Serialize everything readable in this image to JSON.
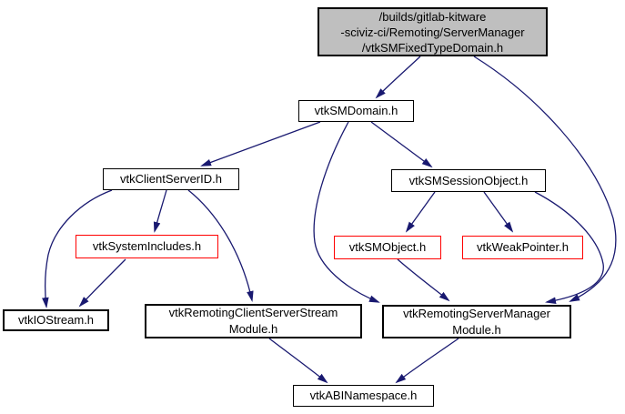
{
  "diagram": {
    "type": "include-dependency-graph",
    "colors": {
      "background": "#ffffff",
      "edge": "#191970",
      "text": "#000000",
      "node_fill": "#ffffff",
      "node_border": "#000000",
      "red_border": "#ff0000",
      "main_fill": "#bfbfbf"
    },
    "nodes": {
      "main": {
        "lines": [
          "/builds/gitlab-kitware",
          "-sciviz-ci/Remoting/ServerManager",
          "/vtkSMFixedTypeDomain.h"
        ],
        "style": "main"
      },
      "smdomain": {
        "label": "vtkSMDomain.h",
        "style": "normal"
      },
      "clientserverid": {
        "label": "vtkClientServerID.h",
        "style": "normal"
      },
      "smsessionobject": {
        "label": "vtkSMSessionObject.h",
        "style": "normal"
      },
      "systemincludes": {
        "label": "vtkSystemIncludes.h",
        "style": "red"
      },
      "smobject": {
        "label": "vtkSMObject.h",
        "style": "red"
      },
      "weakpointer": {
        "label": "vtkWeakPointer.h",
        "style": "red"
      },
      "iostream": {
        "label": "vtkIOStream.h",
        "style": "normal"
      },
      "remotingclientserverstream": {
        "lines": [
          "vtkRemotingClientServerStream",
          "Module.h"
        ],
        "style": "normal"
      },
      "remotingservermanager": {
        "lines": [
          "vtkRemotingServerManager",
          "Module.h"
        ],
        "style": "normal"
      },
      "abinamespace": {
        "label": "vtkABINamespace.h",
        "style": "normal"
      }
    },
    "edges": [
      {
        "from": "main",
        "to": "smdomain"
      },
      {
        "from": "main",
        "to": "remotingservermanager"
      },
      {
        "from": "smdomain",
        "to": "clientserverid"
      },
      {
        "from": "smdomain",
        "to": "smsessionobject"
      },
      {
        "from": "smdomain",
        "to": "remotingservermanager"
      },
      {
        "from": "clientserverid",
        "to": "systemincludes"
      },
      {
        "from": "clientserverid",
        "to": "iostream"
      },
      {
        "from": "clientserverid",
        "to": "remotingclientserverstream"
      },
      {
        "from": "systemincludes",
        "to": "iostream"
      },
      {
        "from": "smsessionobject",
        "to": "smobject"
      },
      {
        "from": "smsessionobject",
        "to": "weakpointer"
      },
      {
        "from": "smsessionobject",
        "to": "remotingservermanager"
      },
      {
        "from": "smobject",
        "to": "remotingservermanager"
      },
      {
        "from": "remotingclientserverstream",
        "to": "abinamespace"
      },
      {
        "from": "remotingservermanager",
        "to": "abinamespace"
      }
    ]
  }
}
